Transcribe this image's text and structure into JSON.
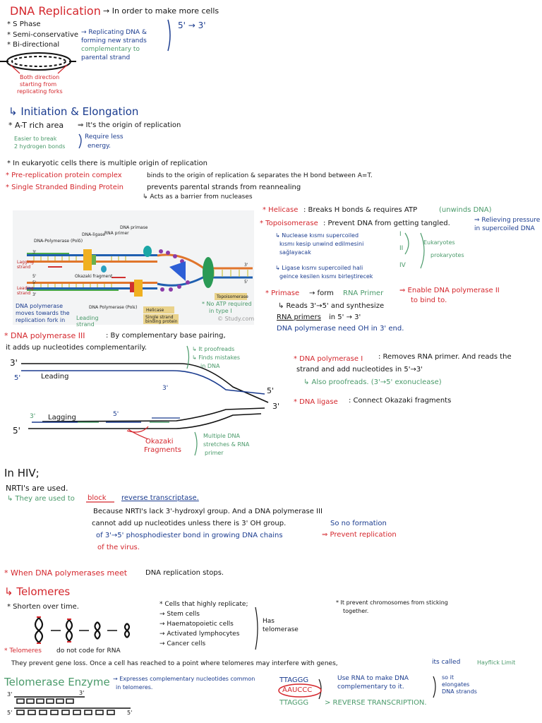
{
  "header": {
    "title": "DNA Replication",
    "subtitle": "→ In order to make more cells",
    "b1": "* S Phase",
    "b2": "* Semi-conservative",
    "b2_note1": "→ Replicating DNA &",
    "b2_note2": "forming new strands",
    "b2_note3": "complementary to",
    "b2_note4": "parental strand",
    "b3": "* Bi-directional",
    "direction": "5' → 3'",
    "fork_note1": "Both direction",
    "fork_note2": "starting from",
    "fork_note3": "replicating forks"
  },
  "initiation": {
    "title": "↳ Initiation & Elongation",
    "at_label": "* A-T rich area",
    "at_text": "⇒ It's the origin of replication",
    "easier1": "Easier to break",
    "easier2": "2 hydrogen bonds",
    "require1": "Require less",
    "require2": "energy.",
    "euk": "* In eukaryotic cells there is multiple origin of replication",
    "prc_label": "* Pre-replication protein complex",
    "prc_text": "binds to the origin of replication & separates the H bond between A=T.",
    "ssb_label": "* Single Stranded Binding Protein",
    "ssb_text": "prevents parental strands from reannealing",
    "ssb_sub": "↳ Acts as a barrier from nucleases"
  },
  "diagram": {
    "dna_primase": "DNA primase",
    "rna_primer": "RNA primer",
    "dna_ligase": "DNA-ligase",
    "pol_delta": "DNA-Polymerase (Polδ)",
    "okazaki": "Okazaki fragment",
    "lagging": "Lagging strand",
    "leading": "Leading strand",
    "pol_epsilon": "DNA Polymerase (Polε)",
    "helicase": "Helicase",
    "ssbp1": "Single strand",
    "ssbp2": "binding protein",
    "topo": "Topoisomerase",
    "p3a": "3'",
    "p5a": "5'",
    "p5b": "5'",
    "p3b": "3'",
    "p3c": "3'",
    "p5c": "5'",
    "watermark": "© Study.com",
    "note1": "DNA polymerase",
    "note2": "moves towards the",
    "note3": "replication fork in",
    "note_green": "Leading strand",
    "atp1": "* No ATP required",
    "atp2": "in type I"
  },
  "right": {
    "helicase_label": "* Helicase",
    "helicase_text": ": Breaks H bonds & requires ATP",
    "helicase_green": "(unwinds DNA)",
    "topo_label": "* Topoisomerase",
    "topo_text": ": Prevent DNA from getting tangled.",
    "topo_blue1": "⇒ Relieving pressure",
    "topo_blue2": "in supercoiled DNA",
    "nuc1": "↳ Nuclease kısmı supercoiled",
    "nuc2": "kısmı kesip unwind edilmesini",
    "nuc3": "sağlayacak",
    "lig1": "↳ Ligase kısmı supercoiled hali",
    "lig2": "geince kesilen kısmı birleştirecek",
    "roman1": "I",
    "roman2": "II",
    "roman3": "IV",
    "euk": "Eukaryotes",
    "prok": "prokaryotes",
    "primase_label": "* Primase",
    "primase_arrow": "→ form",
    "primase_green": "RNA Primer",
    "primase_red": "⇒ Enable DNA polymerase II",
    "primase_red2": "to bind to.",
    "reads": "↳ Reads 3'→5' and synthesize",
    "rna_primers": "RNA primers",
    "in53": "in 5' → 3'",
    "need_oh": "DNA polymerase need OH in 3' end."
  },
  "pol3": {
    "label": "* DNA polymerase III",
    "text1": ": By complementary base pairing,",
    "text2": "it adds up nucleotides complementarily.",
    "note1": "↳ It proofreads",
    "note2": "↳ Finds mistakes",
    "note3": "in DNA",
    "l3": "3'",
    "l5": "5'",
    "leading": "Leading",
    "m3": "3'",
    "r5": "5'",
    "r3": "3'",
    "g3": "3'",
    "lagging": "Lagging",
    "g5": "5'",
    "b5": "5'",
    "okazaki1": "Okazaki",
    "okazaki2": "Fragments",
    "mult1": "Multiple DNA",
    "mult2": "stretches & RNA",
    "mult3": "primer"
  },
  "pol1": {
    "label": "* DNA polymerase I",
    "text1": ": Removes RNA primer. And reads the",
    "text2": "strand and add nucleotides in 5'→3'",
    "green": "↳ Also proofreads. (3'→5' exonuclease)",
    "ligase_label": "* DNA ligase",
    "ligase_text": ": Connect Okazaki fragments"
  },
  "hiv": {
    "title": "In HIV;",
    "nrti": "NRTI's are used.",
    "line1a": "↳ They are used to",
    "line1b": "block",
    "line1c": "reverse transcriptase.",
    "line2": "Because NRTI's lack 3'-hydroxyl group. And a DNA polymerase III",
    "line3a": "cannot add up nucleotides unless there is 3' OH group.",
    "line3b": "So no formation",
    "line4a": "of 3'→5' phosphodiester bond in growing DNA chains",
    "line4b": "⇒ Prevent replication",
    "line5": "of the virus."
  },
  "telomere": {
    "when_label": "* When DNA polymerases meet",
    "when_text": "DNA replication stops.",
    "title": "↳ Telomeres",
    "shorten": "* Shorten over time.",
    "cells": "* Cells that highly replicate;",
    "c1": "→ Stem cells",
    "c2": "→ Haematopoietic cells",
    "c3": "→ Activated lymphocytes",
    "c4": "→ Cancer cells",
    "has1": "Has",
    "has2": "telomerase",
    "prevent1": "* It prevent chromosomes from sticking",
    "prevent2": "together.",
    "no_code_label": "* Telomeres",
    "no_code_text": "do not code for RNA",
    "gene_loss": "They prevent gene loss. Once a cell has reached to a point where telomeres may interfere with genes,",
    "its_called": "its called",
    "hayflick": "Hayflick Limit",
    "enzyme": "Telomerase Enzyme",
    "enzyme_note1": "→ Expresses complementary nucleotides common",
    "enzyme_note2": "in telomeres.",
    "seq1": "TTAGGG",
    "seq2": "AAUCCC",
    "seq3": "TTAGGG",
    "use1": "Use RNA to make DNA",
    "use2": "complementary to it.",
    "so1": "so it",
    "so2": "elongates",
    "so3": "DNA strands",
    "reverse": "> REVERSE TRANSCRIPTION.",
    "d3a": "3'",
    "d3b": "3'",
    "d5a": "5'",
    "d5b": "5'"
  }
}
